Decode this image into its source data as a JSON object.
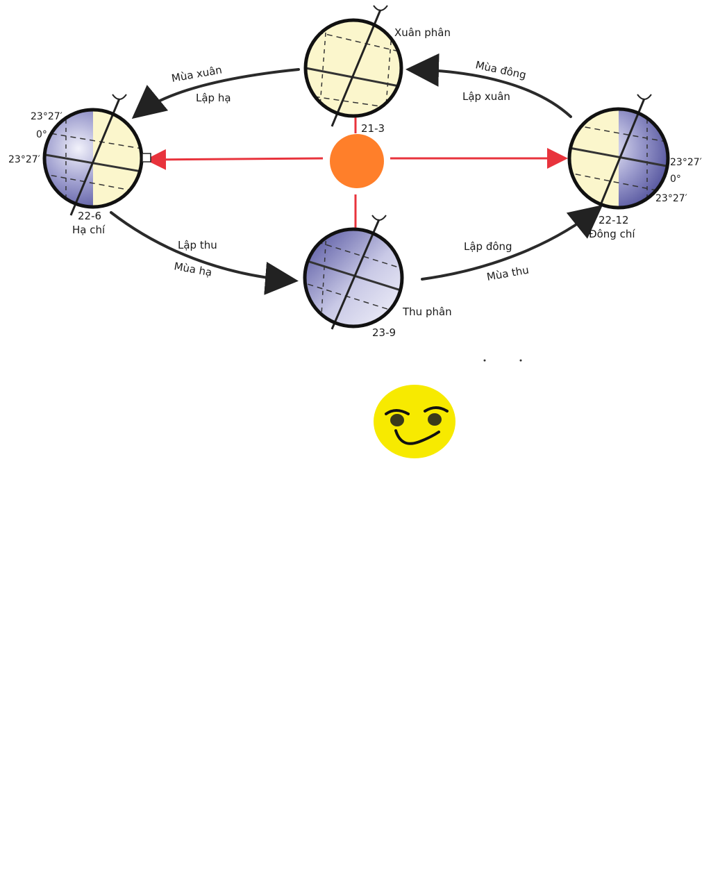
{
  "colors": {
    "sun": "#ff7f2a",
    "red_ray": "#e8333c",
    "day_side": "#fbf6cc",
    "night_side": "#4e4e9e",
    "orbit_arrow": "#2a2a2a",
    "smiley": "#f7ea00"
  },
  "positions": {
    "spring": {
      "date": "21-3",
      "name": "Xuân phân"
    },
    "summer": {
      "date": "22-6",
      "name": "Hạ chí",
      "deg_top": "23°27′",
      "deg_mid": "0°",
      "deg_bot": "23°27′"
    },
    "autumn": {
      "date": "23-9",
      "name": "Thu phân"
    },
    "winter": {
      "date": "22-12",
      "name": "Đông chí",
      "deg_top": "23°27′",
      "deg_mid": "0°",
      "deg_bot": "23°27′"
    }
  },
  "arcs": {
    "top_left": {
      "season": "Mùa xuân",
      "term": "Lập hạ"
    },
    "top_right": {
      "season": "Mùa đông",
      "term": "Lập xuân"
    },
    "bottom_left": {
      "term": "Lập thu",
      "season": "Mùa hạ"
    },
    "bottom_right": {
      "term": "Lập đông",
      "season": "Mùa thu"
    }
  },
  "icons": {
    "globe": "earth-globe-icon",
    "sun": "sun-icon",
    "face": "smiley-face-icon"
  }
}
